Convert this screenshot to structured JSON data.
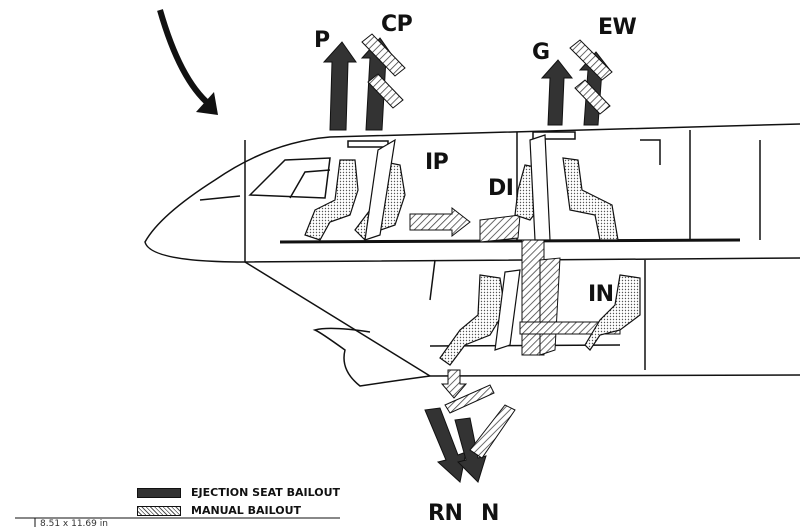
{
  "crew_labels": {
    "pilot": "P",
    "copilot": "CP",
    "gunner": "G",
    "ew_officer": "EW",
    "instructor_pilot": "IP",
    "defense_instructor": "DI",
    "instructor_nav": "IN",
    "radar_nav": "RN",
    "navigator": "N"
  },
  "legend": {
    "ejection": "EJECTION SEAT BAILOUT",
    "manual": "MANUAL BAILOUT"
  },
  "page_size": "8.51 x 11.69 in",
  "colors": {
    "ejection": "#333333",
    "manual_hatch": "#555555"
  }
}
